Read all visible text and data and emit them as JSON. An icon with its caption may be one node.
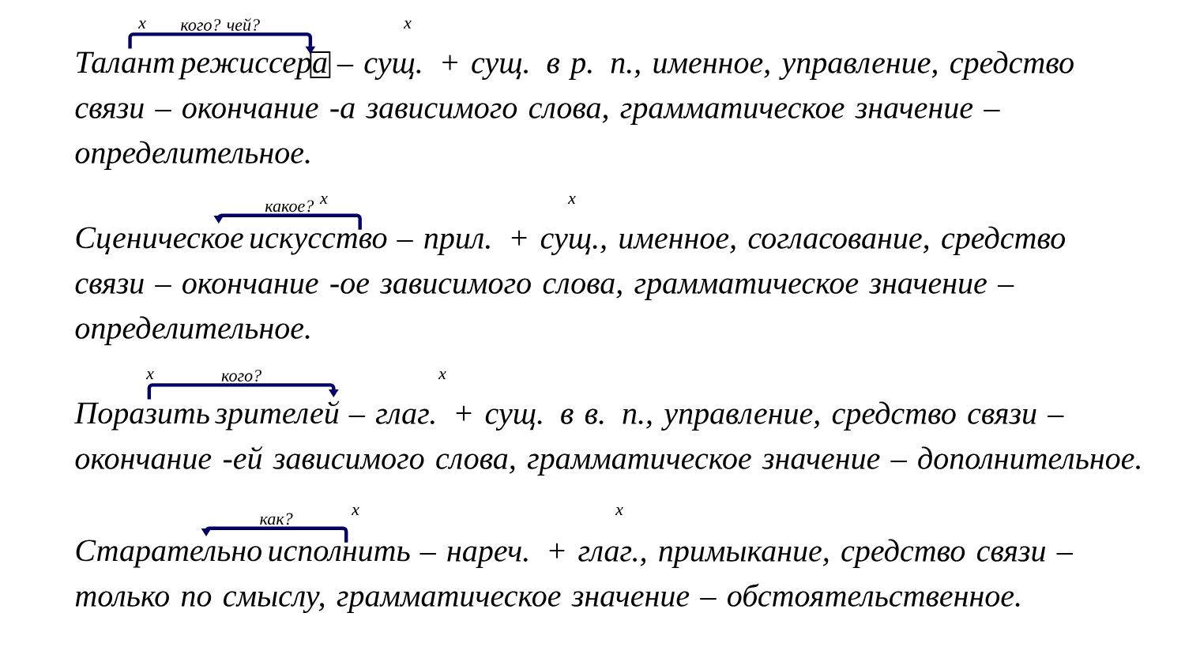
{
  "diagram": {
    "nodes": [
      {
        "text": [
          "Талант"
        ]
      },
      {
        "text": [
          "режиссера"
        ]
      },
      {
        "text": [
          "Сценическое"
        ]
      },
      {
        "text": [
          "искусство"
        ]
      },
      {
        "text": [
          "Поразить"
        ]
      },
      {
        "text": [
          "зрителей"
        ]
      },
      {
        "text": [
          "Старательно"
        ]
      },
      {
        "text": [
          "исполнить"
        ]
      }
    ],
    "edges": [
      {
        "from": 0,
        "to": 1,
        "arrow": "to",
        "label": "кого? чей?"
      },
      {
        "from": 3,
        "to": 2,
        "arrow": "to",
        "label": "какое?"
      },
      {
        "from": 4,
        "to": 5,
        "arrow": "to",
        "label": "кого?"
      },
      {
        "from": 7,
        "to": 6,
        "arrow": "to",
        "label": "как?"
      }
    ],
    "labels": [
      "x",
      "x",
      "– сущ. + сущ. в р. п., именное, управление, средство связи – окончание -а зависимого слова, грамматическое значение – определительное.",
      "x",
      "x",
      "– прил. + сущ., именное, согласование, средство связи – окончание -ое зависимого слова, грамматическое значение – определительное.",
      "x",
      "x",
      "– глаг. + сущ. в в. п., управление, средство связи – окончание -ей зависимого слова, грамматическое значение – дополнительное.",
      "x",
      "x",
      "– нареч. + глаг., примыкание, средство связи – только по смыслу, грамматическое значение – обстоятельственное."
    ]
  }
}
